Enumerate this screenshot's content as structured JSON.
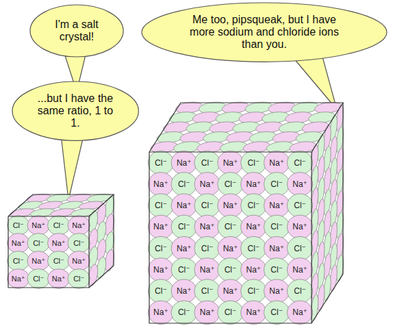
{
  "diagram": {
    "nodes": [
      {
        "text": [
          "I'm a salt crystal!"
        ]
      },
      {
        "text": [
          "...but I have the same ratio, 1 to 1."
        ]
      },
      {
        "text": [
          "Me too, pipsqueak, but I have more sodium and chloride ions than you."
        ]
      }
    ],
    "labels": [
      "Cl⁻",
      "Na⁺",
      "Cl⁻",
      "Na⁺",
      "Na⁺",
      "Cl⁻",
      "Na⁺",
      "Cl⁻",
      "Cl⁻",
      "Na⁺",
      "Cl⁻",
      "Na⁺",
      "Na⁺",
      "Cl⁻",
      "Na⁺",
      "Cl⁻",
      "Cl⁻",
      "Na⁺",
      "Cl⁻",
      "Na⁺",
      "Cl⁻",
      "Na⁺",
      "Cl⁻",
      "Na⁺",
      "Cl⁻",
      "Na⁺",
      "Cl⁻",
      "Na⁺",
      "Cl⁻",
      "Na⁺",
      "Cl⁻",
      "Na⁺",
      "Cl⁻",
      "Na⁺",
      "Cl⁻",
      "Na⁺",
      "Cl⁻",
      "Na⁺",
      "Cl⁻",
      "Na⁺",
      "Cl⁻",
      "Na⁺",
      "Cl⁻",
      "Na⁺",
      "Cl⁻",
      "Na⁺",
      "Cl⁻",
      "Na⁺",
      "Cl⁻",
      "Na⁺",
      "Cl⁻",
      "Na⁺",
      "Cl⁻",
      "Na⁺",
      "Cl⁻",
      "Na⁺",
      "Cl⁻",
      "Na⁺",
      "Cl⁻",
      "Na⁺",
      "Cl⁻",
      "Na⁺",
      "Cl⁻",
      "Na⁺",
      "Cl⁻",
      "Na⁺",
      "Cl⁻",
      "Na⁺",
      "Cl⁻",
      "Na⁺",
      "Cl⁻",
      "Na⁺"
    ]
  }
}
